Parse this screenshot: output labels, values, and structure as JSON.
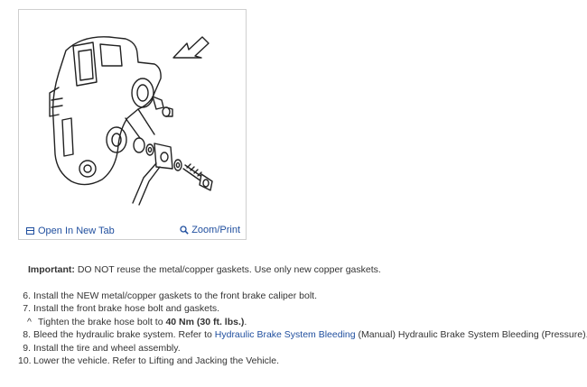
{
  "figure": {
    "open_tab_label": "Open In New Tab",
    "zoom_print_label": "Zoom/Print",
    "icons": {
      "open": "new-tab-icon",
      "zoom": "magnifier-icon"
    }
  },
  "important": {
    "label": "Important:",
    "text": " DO NOT reuse the metal/copper gaskets. Use only new copper gaskets."
  },
  "steps": [
    {
      "num": "6.",
      "text": "Install the NEW metal/copper gaskets to the front brake caliper bolt."
    },
    {
      "num": "7.",
      "text": "Install the front brake hose bolt and gaskets."
    },
    {
      "num": "8.",
      "pre": "Bleed the hydraulic brake system. Refer to ",
      "link": "Hydraulic Brake System Bleeding",
      "post": " (Manual) Hydraulic Brake System Bleeding (Pressure)."
    },
    {
      "num": "9.",
      "text": "Install the tire and wheel assembly."
    },
    {
      "num": "10.",
      "text": "Lower the vehicle. Refer to Lifting and Jacking the Vehicle."
    }
  ],
  "substep": {
    "mark": "^",
    "pre": "Tighten the brake hose bolt to ",
    "bold": "40 Nm (30 ft. lbs.)",
    "post": "."
  },
  "colors": {
    "link": "#1f4e9e",
    "text": "#333333",
    "border": "#cfcfcf"
  }
}
